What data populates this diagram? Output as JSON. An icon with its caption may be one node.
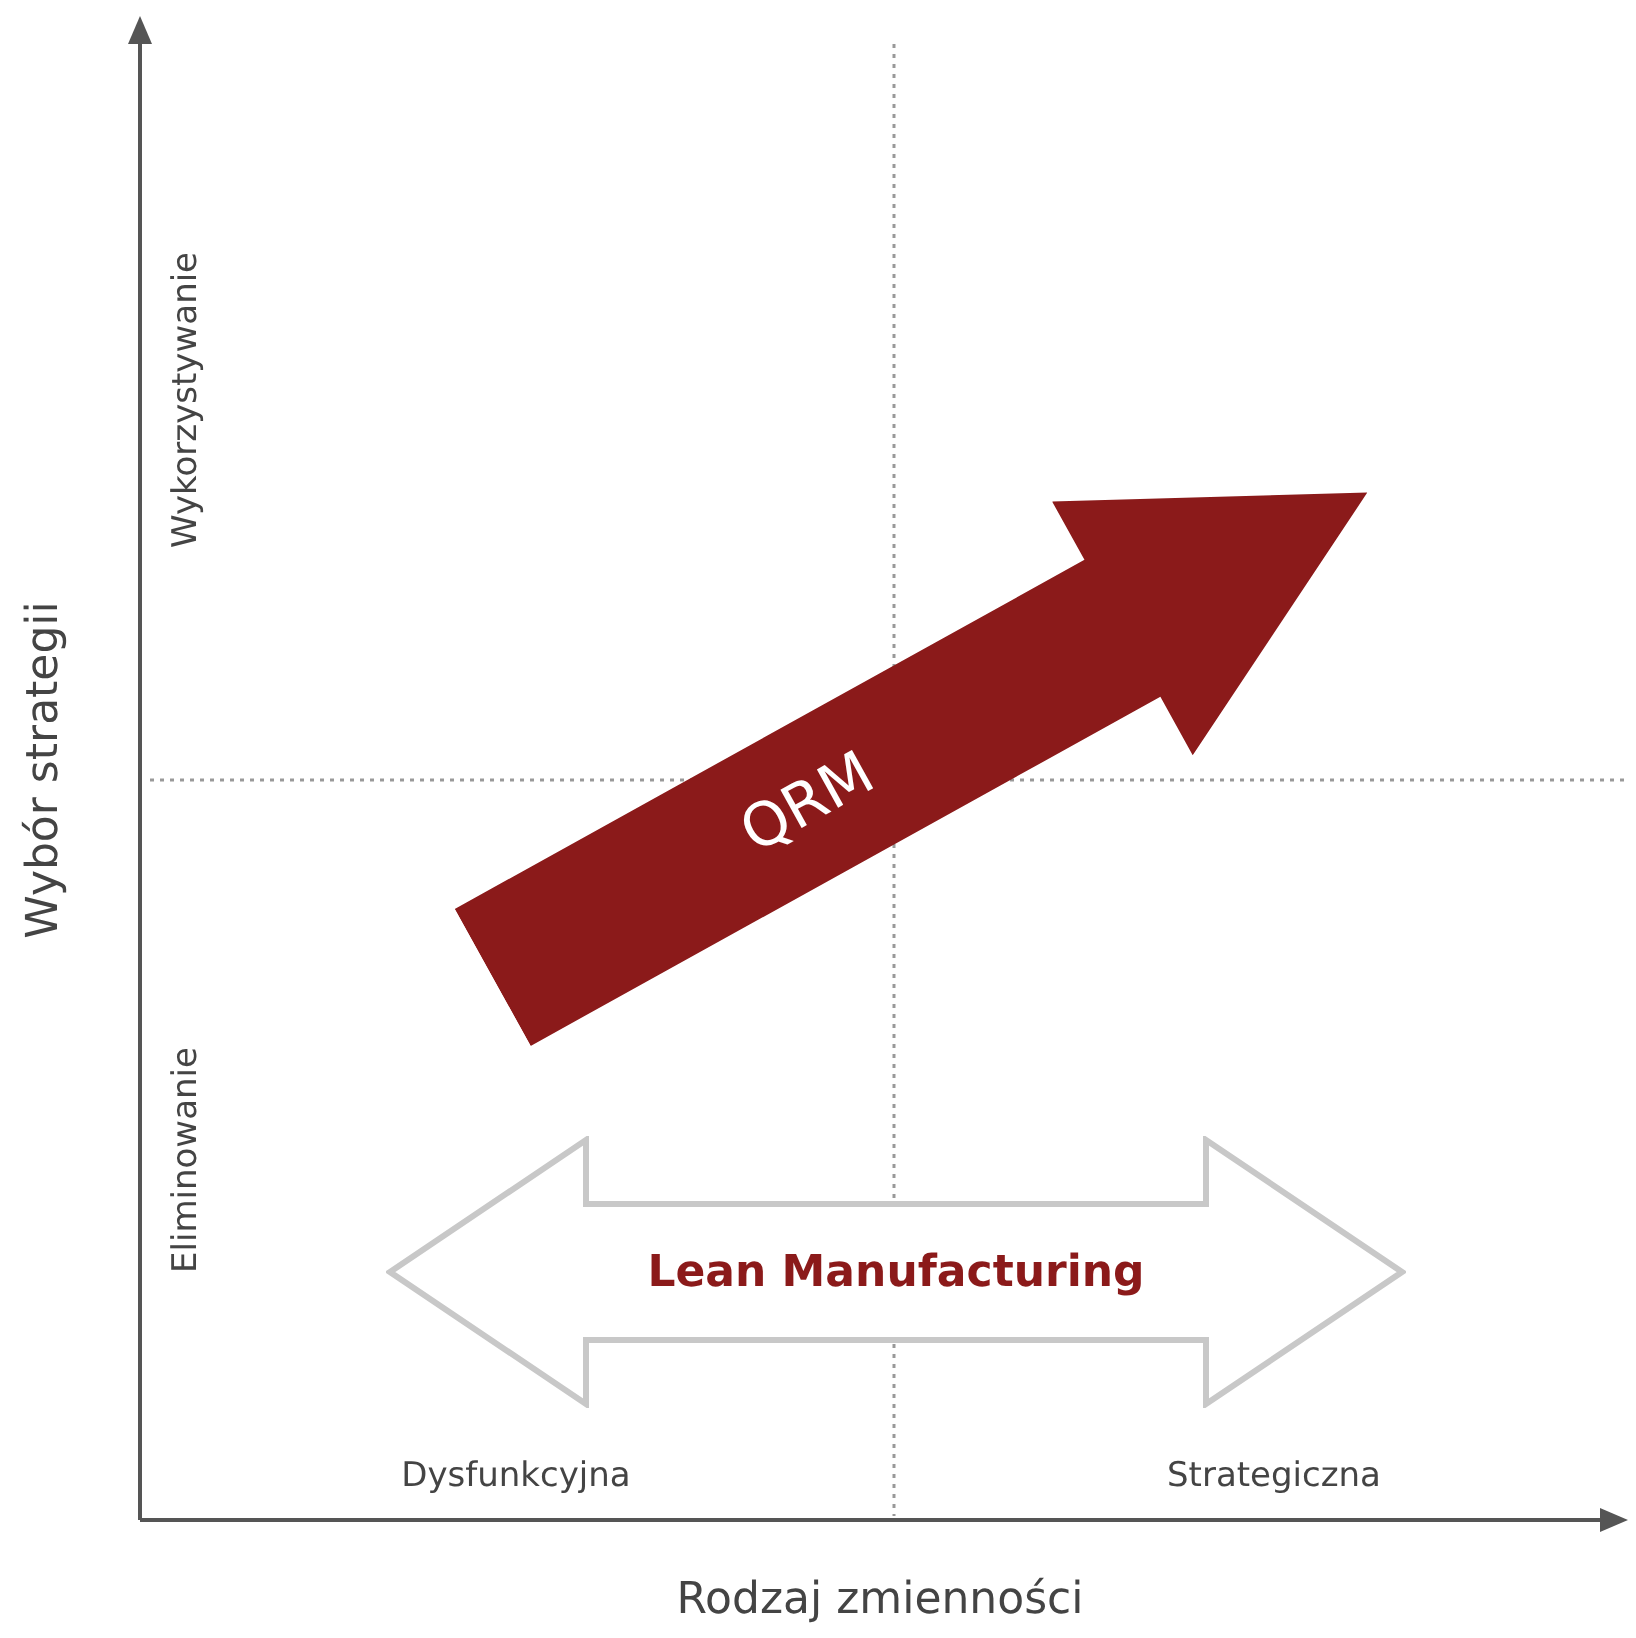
{
  "diagram": {
    "nodes": [
      {
        "text": [
          "QRM"
        ]
      },
      {
        "text": [
          "Lean Manufacturing"
        ]
      }
    ],
    "labels": [
      "Wykorzystywanie",
      "Wybór strategii",
      "Eliminowanie",
      "Dysfunkcyjna",
      "Strategiczna",
      "Rodzaj zmienności"
    ]
  }
}
